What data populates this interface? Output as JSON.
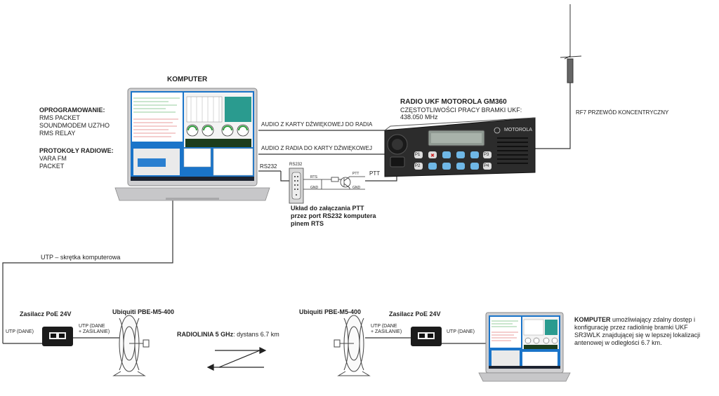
{
  "komputer_top": {
    "title": "KOMPUTER"
  },
  "software": {
    "heading": "OPROGRAMOWANIE:",
    "items": [
      "RMS PACKET",
      "SOUNDMODEM UZ7HO",
      "RMS RELAY"
    ]
  },
  "protocols": {
    "heading": "PROTOKOŁY RADIOWE:",
    "items": [
      "VARA FM",
      "PACKET"
    ]
  },
  "links": {
    "audio_to_radio": "AUDIO Z KARTY DŹWIĘKOWEJ DO RADIA",
    "audio_from_radio": "AUDIO Z RADIA DO KARTY DŹWIĘKOWEJ",
    "rs232": "RS232",
    "ptt": "PTT"
  },
  "radio": {
    "title": "RADIO UKF MOTOROLA GM360",
    "subtitle": "CZĘSTOTLIWOŚCI PRACY BRAMKI UKF:",
    "frequency": "438.050 MHz",
    "brand": "MOTOROLA",
    "keys": [
      "P1",
      "P2",
      "P3",
      "P4"
    ]
  },
  "antenna_cable": "RF7 PRZEWÓD KONCENTRYCZNY",
  "ptt_circuit": {
    "caption_lines": [
      "Układ do załączania PTT",
      "przez port RS232 komputera",
      "pinem RTS"
    ],
    "connector": "RS232",
    "labels": [
      "RTS",
      "GND",
      "PTT",
      "GND"
    ]
  },
  "utp_link": "UTP – skrętka komputerowa",
  "left_site": {
    "poe_title": "Zasilacz PoE 24V",
    "utp_data": "UTP (DANE)",
    "utp_power": "UTP (DANE\n+ ZASILANIE)",
    "antenna_title": "Ubiquiti PBE-M5-400"
  },
  "radiolink": {
    "label": "RADIOLINIA 5 GHz",
    "distance": ": dystans 6.7 km"
  },
  "right_site": {
    "antenna_title": "Ubiquiti PBE-M5-400",
    "poe_title": "Zasilacz PoE 24V",
    "utp_power": "UTP (DANE\n+ ZASILANIE)",
    "utp_data": "UTP (DANE)"
  },
  "remote_pc": {
    "bold": "KOMPUTER",
    "text": " umożliwiający zdalny dostęp i konfigurację przez radiolinię bramki UKF SR3WLK znajdującej się w lepszej lokalizacji antenowej w odległości 6.7 km."
  },
  "colors": {
    "screen_blue": "#1a74c9",
    "radio_body": "#2c2c2c",
    "line": "#333333",
    "poe_body": "#1b1b1b"
  }
}
